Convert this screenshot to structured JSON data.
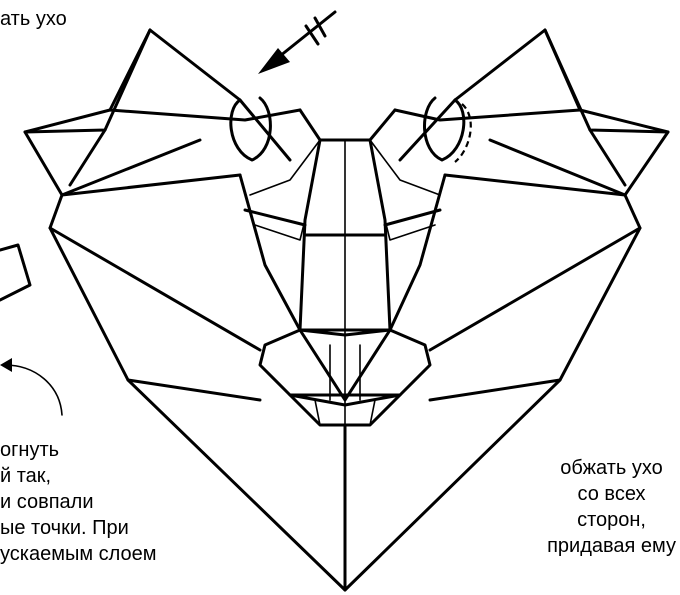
{
  "labels": {
    "top_left": "ать ухо",
    "left_note": [
      "огнуть",
      "й так,",
      "и совпали",
      "ые точки. При",
      "ускаемым слоем"
    ],
    "right_note": [
      "обжать ухо",
      "со всех",
      "сторон,",
      "придавая ему"
    ]
  },
  "colors": {
    "ink": "#000000",
    "paper": "#ffffff"
  }
}
